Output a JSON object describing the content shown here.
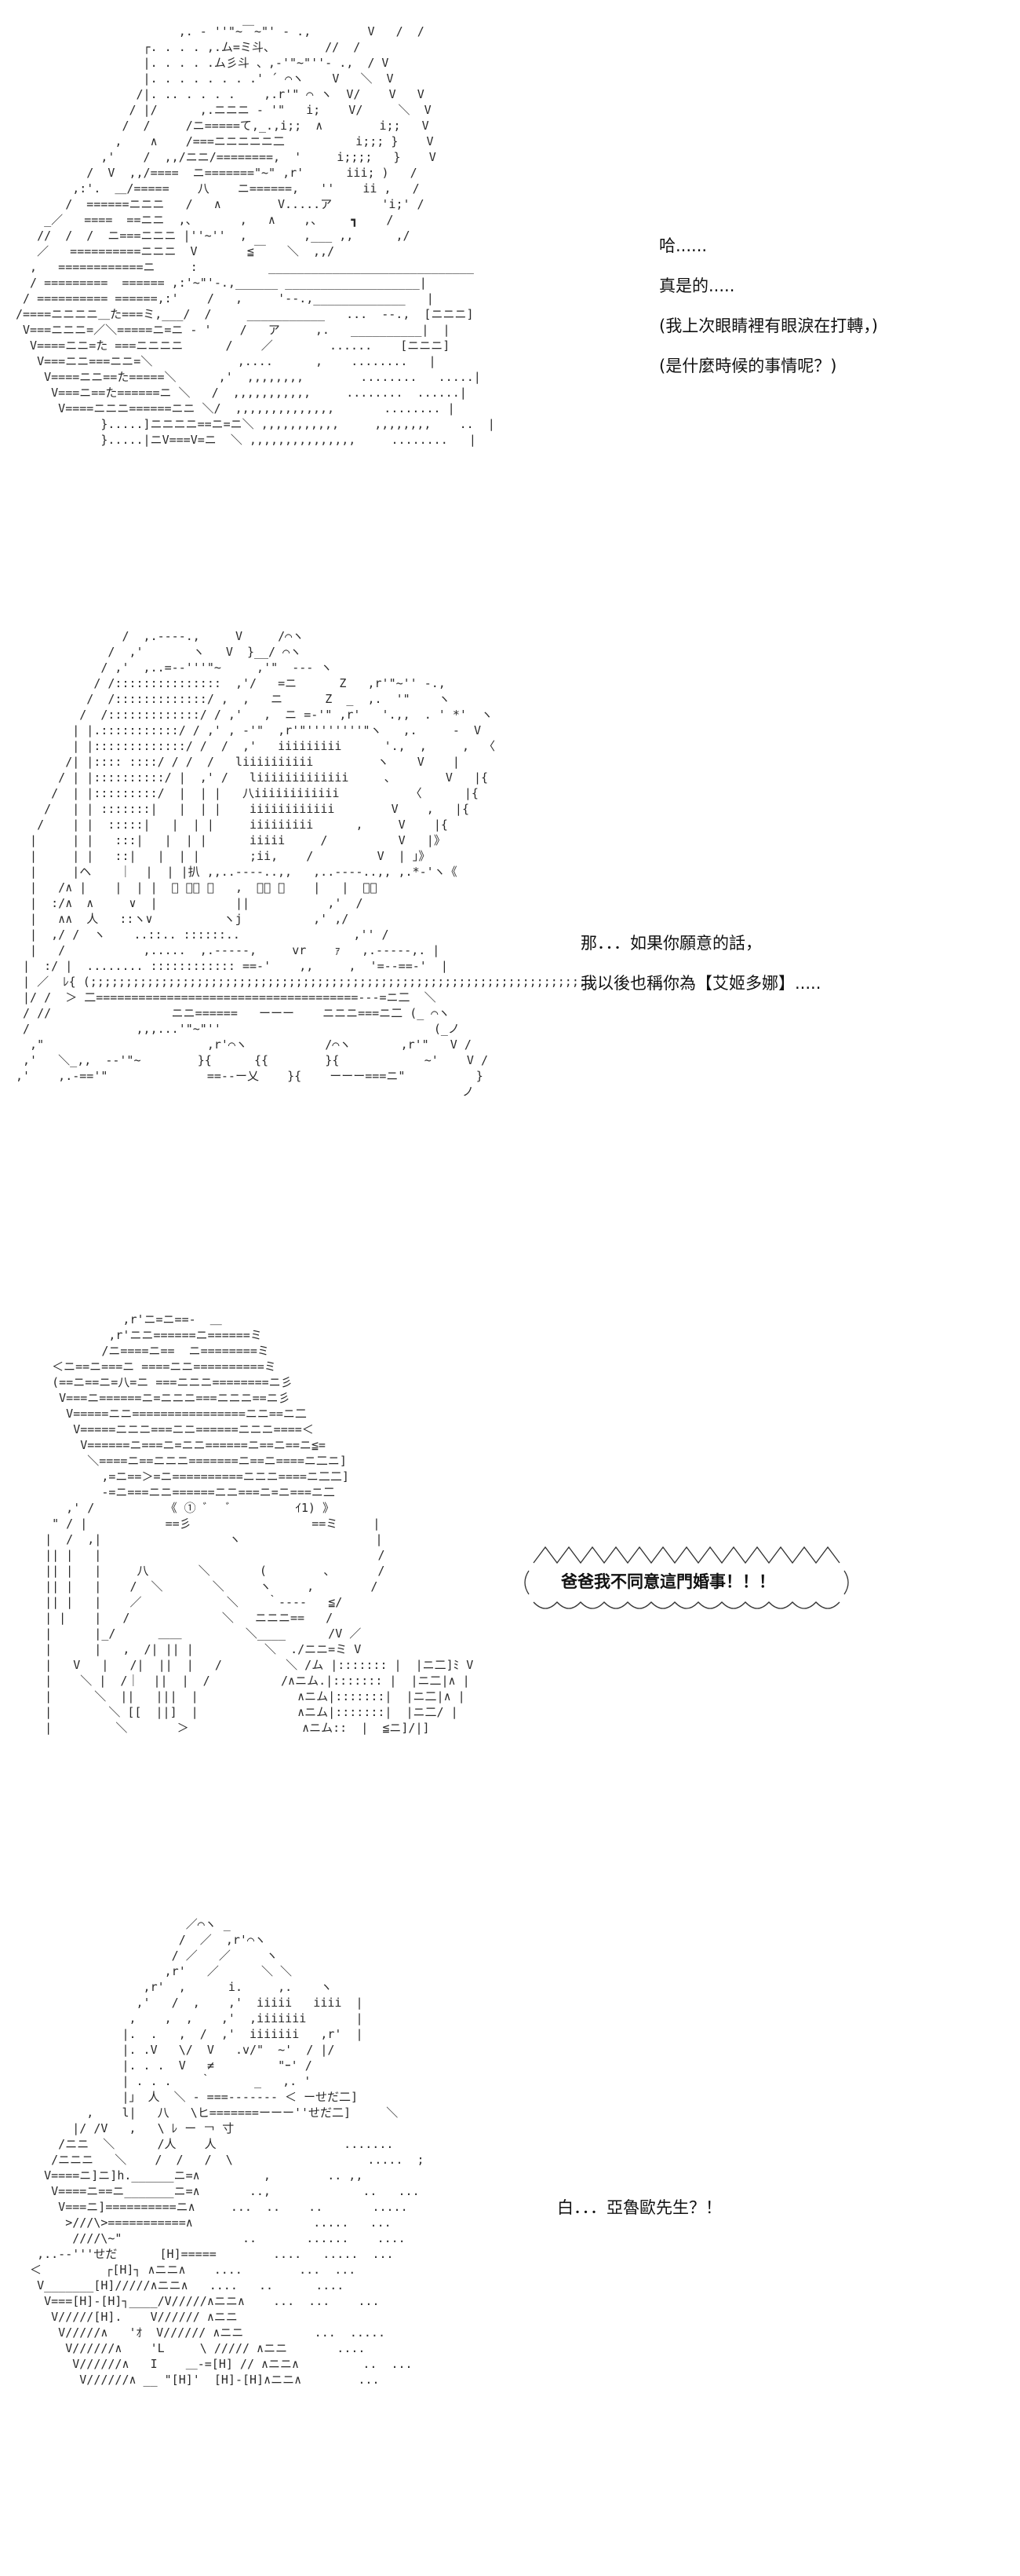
{
  "panels": [
    {
      "lines": [
        "哈......",
        "真是的.....",
        "(我上次眼睛裡有眼淚在打轉，)",
        "(是什麼時候的事情呢？)"
      ]
    },
    {
      "lines": [
        "那．．．如果你願意的話，",
        "我以後也稱你為【艾姬多娜】....."
      ]
    },
    {
      "shout": "爸爸我不同意這門婚事！！！"
    },
    {
      "lines": [
        "白．．．亞魯歐先生？！"
      ]
    }
  ],
  "colors": {
    "text": "#111111",
    "art": "#2a2a2a",
    "background": "#ffffff"
  }
}
